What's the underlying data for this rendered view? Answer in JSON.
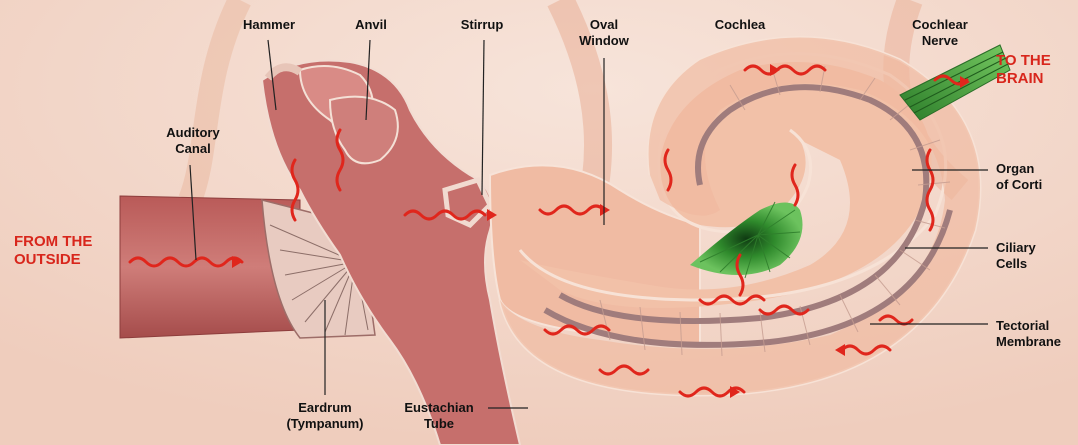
{
  "labels": {
    "hammer": "Hammer",
    "anvil": "Anvil",
    "stirrup": "Stirrup",
    "oval_window": [
      "Oval",
      "Window"
    ],
    "cochlea": "Cochlea",
    "cochlear_nerve": [
      "Cochlear",
      "Nerve"
    ],
    "to_the_brain": [
      "TO THE",
      "BRAIN"
    ],
    "auditory_canal": [
      "Auditory",
      "Canal"
    ],
    "from_the_outside": [
      "FROM THE",
      "OUTSIDE"
    ],
    "organ_of_corti": [
      "Organ",
      "of Corti"
    ],
    "ciliary_cells": [
      "Ciliary",
      "Cells"
    ],
    "tectorial_membrane": [
      "Tectorial",
      "Membrane"
    ],
    "eardrum": [
      "Eardrum",
      "(Tympanum)"
    ],
    "eustachian_tube": [
      "Eustachian",
      "Tube"
    ]
  },
  "colors": {
    "background": "#f4d9cc",
    "tissue": "#c8706e",
    "tissue_dark": "#a9504f",
    "cochlea_fill": "#f0c0a8",
    "membrane": "#a07c7c",
    "nerve_green": "#3f9b3a",
    "wave_red": "#e0261c",
    "callout_red": "#d8261c"
  },
  "icons": {
    "sound_wave": "red-wavy-arrow",
    "leader_line": "thin-black-line"
  }
}
